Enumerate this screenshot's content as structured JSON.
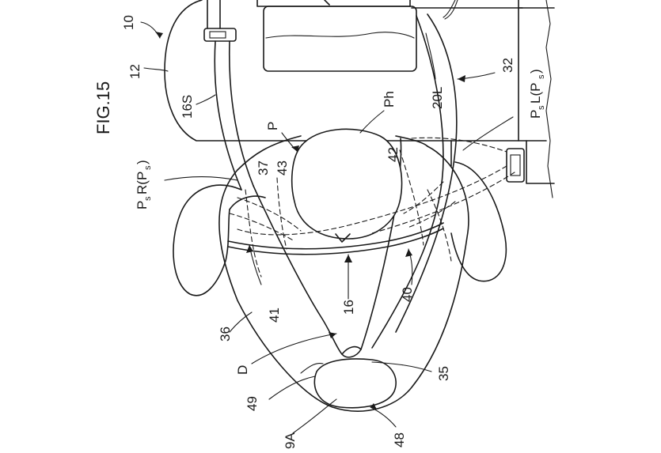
{
  "figure": {
    "title": "FIG.15",
    "labels": {
      "l10": "10",
      "l12": "12",
      "l16S": "16S",
      "lP": "P",
      "lPh": "Ph",
      "l20L": "20L",
      "l32": "32",
      "lPsL": "P",
      "lPsL_sub": "s",
      "lPsL_rest": "L(P",
      "lPsL_sub2": "s",
      "lPsL_end": ")",
      "lPsR": "P",
      "lPsR_sub": "s",
      "lPsR_rest": "R(P",
      "lPsR_sub2": "s",
      "lPsR_end": ")",
      "l37": "37",
      "l43": "43",
      "l42": "42",
      "l36": "36",
      "l41": "41",
      "l16": "16",
      "l40": "40",
      "lD": "D",
      "l35": "35",
      "l49": "49",
      "l49A": "9A",
      "l48": "48"
    }
  }
}
